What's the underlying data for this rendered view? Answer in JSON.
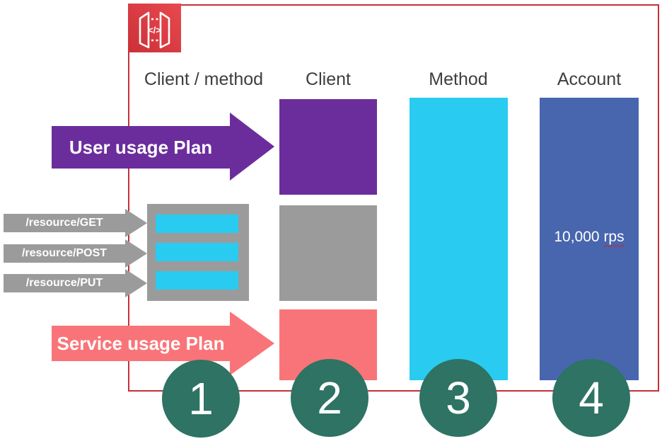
{
  "icon": {
    "label": "api-gateway",
    "glyph": "</>"
  },
  "columns": [
    "Client / method",
    "Client",
    "Method",
    "Account"
  ],
  "arrows": {
    "user": "User usage Plan",
    "service": "Service usage Plan"
  },
  "resources": [
    "/resource/GET",
    "/resource/POST",
    "/resource/PUT"
  ],
  "account": {
    "limit_value": "10,000",
    "limit_unit": "rps"
  },
  "steps": [
    "1",
    "2",
    "3",
    "4"
  ],
  "colors": {
    "red": "#D93B43",
    "border-red": "#C5303A",
    "purple": "#6B2D9C",
    "gray": "#9B9B9B",
    "salmon": "#F97478",
    "cyan": "#29CBF0",
    "blue": "#4866AE",
    "teal": "#2E7363",
    "text-dark": "#3E3E3E"
  }
}
